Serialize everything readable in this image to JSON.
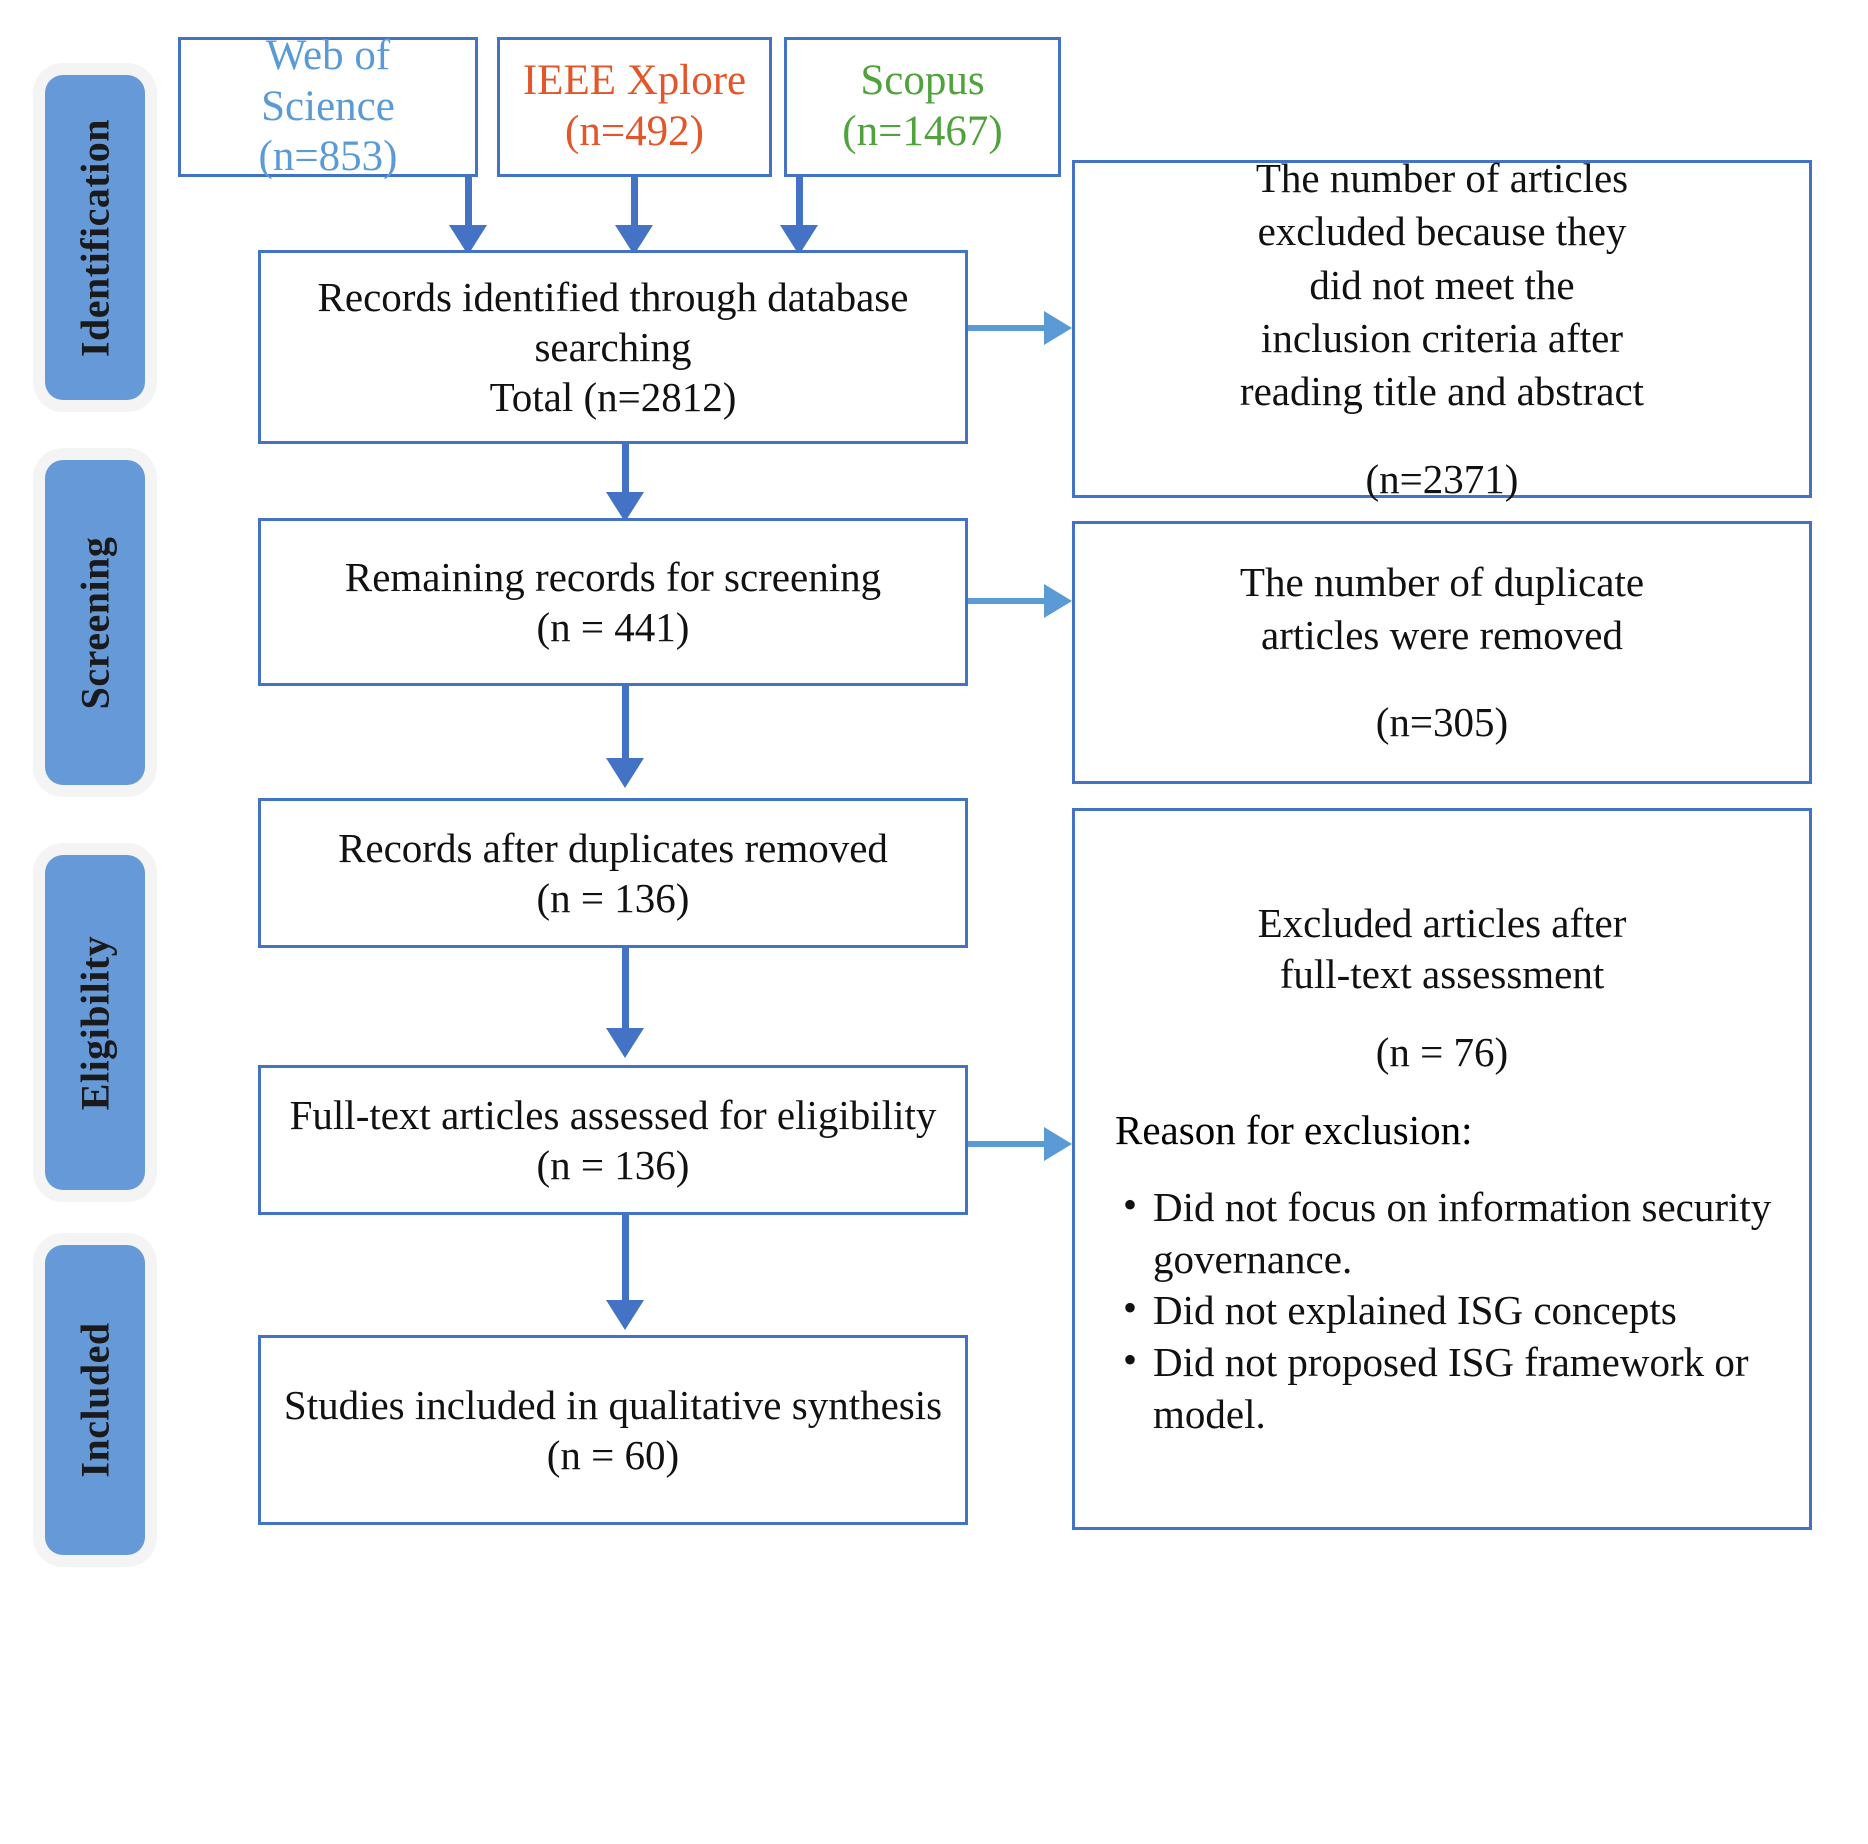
{
  "diagram": {
    "title": "PRISMA flow diagram",
    "colors": {
      "box_border": "#4472C4",
      "stage_bar": "#6699D8",
      "arrow_vertical": "#4472C4",
      "arrow_horizontal": "#5B9BD5",
      "web_of_science_text": "#5B9BD5",
      "ieee_xplore_text": "#E2562A",
      "scopus_text": "#4FA23C",
      "body_text": "#111111"
    }
  },
  "stages": [
    {
      "label": "Identification"
    },
    {
      "label": "Screening"
    },
    {
      "label": "Eligibility"
    },
    {
      "label": "Included"
    }
  ],
  "sources": [
    {
      "name": "Web of Science",
      "count_label": "(n=853)",
      "n": 853
    },
    {
      "name": "IEEE Xplore",
      "count_label": "(n=492)",
      "n": 492
    },
    {
      "name": "Scopus",
      "count_label": "(n=1467)",
      "n": 1467
    }
  ],
  "flow": [
    {
      "line1": "Records identified through database",
      "line2": "searching",
      "line3": "Total (n=2812)",
      "n": 2812
    },
    {
      "line1": "Remaining records for screening",
      "line2": "(n = 441)",
      "n": 441
    },
    {
      "line1": "Records after duplicates removed",
      "line2": "(n = 136)",
      "n": 136
    },
    {
      "line1": "Full-text articles assessed for eligibility",
      "line2": "(n = 136)",
      "n": 136
    },
    {
      "line1": "Studies included in qualitative synthesis",
      "line2": "(n = 60)",
      "n": 60
    }
  ],
  "exclusions": [
    {
      "line1": "The number of articles",
      "line2": "excluded because they",
      "line3": "did not meet the",
      "line4": "inclusion criteria after",
      "line5": "reading title and abstract",
      "count_label": "(n=2371)",
      "n": 2371
    },
    {
      "line1": "The number of duplicate",
      "line2": "articles were removed",
      "count_label": "(n=305)",
      "n": 305
    },
    {
      "line1": "Excluded articles after",
      "line2": "full-text assessment",
      "count_label": "(n = 76)",
      "n": 76,
      "reason_heading": "Reason for exclusion:",
      "reasons": [
        "Did not focus on information security governance.",
        "Did not explained ISG concepts",
        "Did not proposed ISG framework or model."
      ]
    }
  ]
}
